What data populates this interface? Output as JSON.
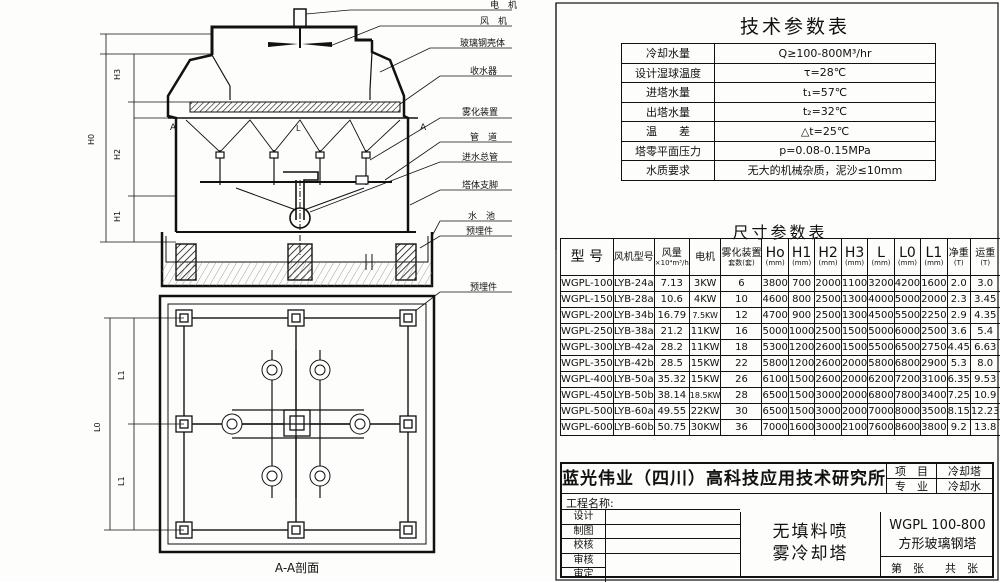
{
  "drawing": {
    "callouts": [
      "电　机",
      "风　机",
      "玻璃钢壳体",
      "收水器",
      "雾化装置",
      "管　道",
      "进水总管",
      "塔体支脚",
      "水　池",
      "预埋件"
    ],
    "plan_callout": "预埋件",
    "section_marker": "A",
    "section_mid_label": "L",
    "section_caption": "A-A剖面",
    "dim_labels": [
      "H3",
      "H0",
      "H2",
      "H1"
    ],
    "plan_dim_labels": [
      "L1",
      "L0",
      "L1"
    ]
  },
  "tech_params": {
    "title": "技术参数表",
    "rows": [
      {
        "key": "冷却水量",
        "value": "Q≥100-800M³/hr"
      },
      {
        "key": "设计湿球温度",
        "value": "τ=28℃"
      },
      {
        "key": "进塔水量",
        "value": "t₁=57℃"
      },
      {
        "key": "出塔水量",
        "value": "t₂=32℃"
      },
      {
        "key": "温　　差",
        "value": "△t=25℃"
      },
      {
        "key": "塔零平面压力",
        "value": "p=0.08-0.15MPa"
      },
      {
        "key": "水质要求",
        "value": "无大的机械杂质，泥沙≤10mm"
      }
    ]
  },
  "dim_table": {
    "title": "尺寸参数表",
    "headers": [
      {
        "label": "型 号",
        "unit": "",
        "big": true
      },
      {
        "label": "风机型号",
        "unit": "",
        "big": false
      },
      {
        "label": "风量",
        "unit": "×10⁴m³/h",
        "big": false
      },
      {
        "label": "电机",
        "unit": "",
        "big": false
      },
      {
        "label": "雾化装置",
        "unit": "套数(套)",
        "big": false
      },
      {
        "label": "Ho",
        "unit": "(mm)",
        "big": true
      },
      {
        "label": "H1",
        "unit": "(mm)",
        "big": true
      },
      {
        "label": "H2",
        "unit": "(mm)",
        "big": true
      },
      {
        "label": "H3",
        "unit": "(mm)",
        "big": true
      },
      {
        "label": "L",
        "unit": "(mm)",
        "big": true
      },
      {
        "label": "L0",
        "unit": "(mm)",
        "big": true
      },
      {
        "label": "L1",
        "unit": "(mm)",
        "big": true
      },
      {
        "label": "净重",
        "unit": "(T)",
        "big": false
      },
      {
        "label": "运重",
        "unit": "(T)",
        "big": false
      }
    ],
    "rows": [
      [
        "WGPL-100",
        "LYB-24a",
        "7.13",
        "3KW",
        "6",
        "3800",
        "700",
        "2000",
        "1100",
        "3200",
        "4200",
        "1600",
        "2.0",
        "3.0"
      ],
      [
        "WGPL-150",
        "LYB-28a",
        "10.6",
        "4KW",
        "10",
        "4600",
        "800",
        "2500",
        "1300",
        "4000",
        "5000",
        "2000",
        "2.3",
        "3.45"
      ],
      [
        "WGPL-200",
        "LYB-34b",
        "16.79",
        "7.5KW",
        "12",
        "4700",
        "900",
        "2500",
        "1300",
        "4500",
        "5500",
        "2250",
        "2.9",
        "4.35"
      ],
      [
        "WGPL-250",
        "LYB-38a",
        "21.2",
        "11KW",
        "16",
        "5000",
        "1000",
        "2500",
        "1500",
        "5000",
        "6000",
        "2500",
        "3.6",
        "5.4"
      ],
      [
        "WGPL-300",
        "LYB-42a",
        "28.2",
        "11KW",
        "18",
        "5300",
        "1200",
        "2600",
        "1500",
        "5500",
        "6500",
        "2750",
        "4.45",
        "6.63"
      ],
      [
        "WGPL-350",
        "LYB-42b",
        "28.5",
        "15KW",
        "22",
        "5800",
        "1200",
        "2600",
        "2000",
        "5800",
        "6800",
        "2900",
        "5.3",
        "8.0"
      ],
      [
        "WGPL-400",
        "LYB-50a",
        "35.32",
        "15KW",
        "26",
        "6100",
        "1500",
        "2600",
        "2000",
        "6200",
        "7200",
        "3100",
        "6.35",
        "9.53"
      ],
      [
        "WGPL-450",
        "LYB-50b",
        "38.14",
        "18.5KW",
        "28",
        "6500",
        "1500",
        "3000",
        "2000",
        "6800",
        "7800",
        "3400",
        "7.25",
        "10.9"
      ],
      [
        "WGPL-500",
        "LYB-60a",
        "49.55",
        "22KW",
        "30",
        "6500",
        "1500",
        "3000",
        "2000",
        "7000",
        "8000",
        "3500",
        "8.15",
        "12.23"
      ],
      [
        "WGPL-600",
        "LYB-60b",
        "50.75",
        "30KW",
        "36",
        "7000",
        "1600",
        "3000",
        "2100",
        "7600",
        "8600",
        "3800",
        "9.2",
        "13.8"
      ]
    ]
  },
  "title_block": {
    "institute": "蓝光伟业（四川）高科技应用技术研究所",
    "project_label": "项　目",
    "project_value": "冷却塔",
    "specialty_label": "专　业",
    "specialty_value": "冷却水",
    "project_name_label": "工程名称:",
    "sign_rows": [
      "设计",
      "制图",
      "校核",
      "审核",
      "审定"
    ],
    "drawing_name_line1": "无填料喷",
    "drawing_name_line2": "雾冷却塔",
    "model_line1": "WGPL 100-800",
    "model_line2": "方形玻璃钢塔",
    "sheet_label": "第　张",
    "total_label": "共　张"
  }
}
